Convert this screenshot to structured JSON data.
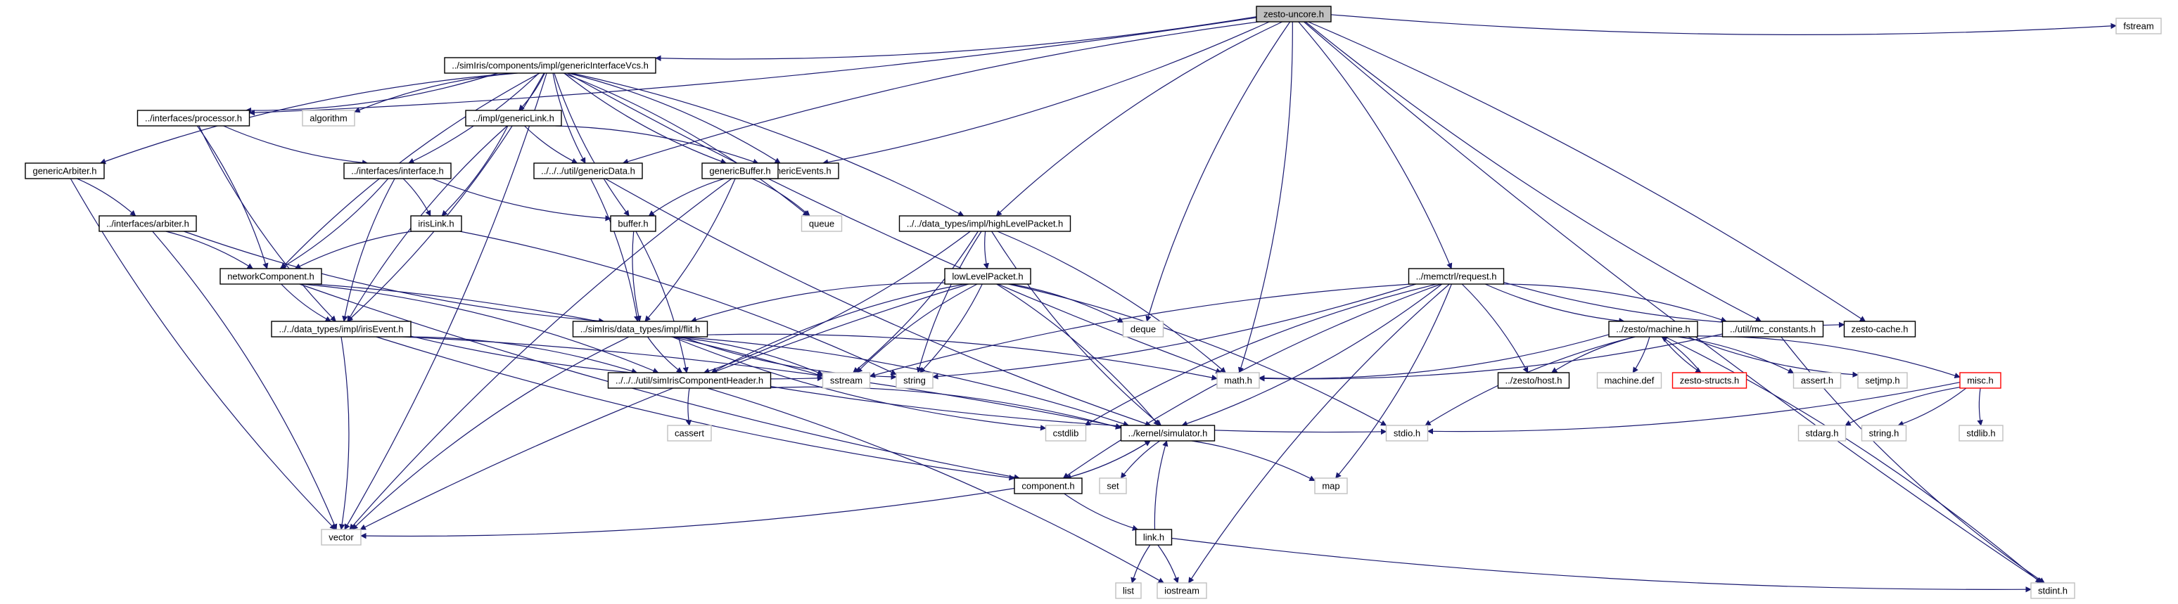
{
  "diagram": {
    "kind": "include-dependency-graph",
    "colors": {
      "edge": "#191970",
      "root_fill": "#bfbfbf",
      "included_border": "#000000",
      "system_border": "#c0c0c0",
      "truncated_border": "#ff0000"
    },
    "nodes": [
      {
        "id": "root",
        "label": "zesto-uncore.h",
        "kind": "root"
      },
      {
        "id": "gicvcs",
        "label": "../simIris/components/impl/genericInterfaceVcs.h",
        "kind": "included"
      },
      {
        "id": "fstream",
        "label": "fstream",
        "kind": "system"
      },
      {
        "id": "processor",
        "label": "../interfaces/processor.h",
        "kind": "included"
      },
      {
        "id": "algorithm",
        "label": "algorithm",
        "kind": "system"
      },
      {
        "id": "genlink",
        "label": "../impl/genericLink.h",
        "kind": "included"
      },
      {
        "id": "genarbiter",
        "label": "genericArbiter.h",
        "kind": "included"
      },
      {
        "id": "interface",
        "label": "../interfaces/interface.h",
        "kind": "included"
      },
      {
        "id": "gendata",
        "label": "../../../util/genericData.h",
        "kind": "included"
      },
      {
        "id": "genevents",
        "label": "genericEvents.h",
        "kind": "included"
      },
      {
        "id": "genbuffer",
        "label": "genericBuffer.h",
        "kind": "included"
      },
      {
        "id": "queue",
        "label": "queue",
        "kind": "system"
      },
      {
        "id": "arbiter",
        "label": "../interfaces/arbiter.h",
        "kind": "included"
      },
      {
        "id": "irislink",
        "label": "irisLink.h",
        "kind": "included"
      },
      {
        "id": "buffer",
        "label": "buffer.h",
        "kind": "included"
      },
      {
        "id": "hlp",
        "label": "../../data_types/impl/highLevelPacket.h",
        "kind": "included"
      },
      {
        "id": "netcomp",
        "label": "networkComponent.h",
        "kind": "included"
      },
      {
        "id": "llp",
        "label": "lowLevelPacket.h",
        "kind": "included"
      },
      {
        "id": "request",
        "label": "../memctrl/request.h",
        "kind": "included"
      },
      {
        "id": "irisevent",
        "label": "../../data_types/impl/irisEvent.h",
        "kind": "included"
      },
      {
        "id": "flit",
        "label": "../simIris/data_types/impl/flit.h",
        "kind": "included"
      },
      {
        "id": "deque",
        "label": "deque",
        "kind": "system"
      },
      {
        "id": "machine",
        "label": "../zesto/machine.h",
        "kind": "included"
      },
      {
        "id": "mcconst",
        "label": "../util/mc_constants.h",
        "kind": "included"
      },
      {
        "id": "zcache",
        "label": "zesto-cache.h",
        "kind": "included"
      },
      {
        "id": "sstream",
        "label": "sstream",
        "kind": "system"
      },
      {
        "id": "string",
        "label": "string",
        "kind": "system"
      },
      {
        "id": "compheader",
        "label": "../../../util/simIrisComponentHeader.h",
        "kind": "included"
      },
      {
        "id": "mathh",
        "label": "math.h",
        "kind": "system"
      },
      {
        "id": "zhost",
        "label": "../zesto/host.h",
        "kind": "included"
      },
      {
        "id": "machdef",
        "label": "machine.def",
        "kind": "system"
      },
      {
        "id": "zstructs",
        "label": "zesto-structs.h",
        "kind": "truncated"
      },
      {
        "id": "asserth",
        "label": "assert.h",
        "kind": "system"
      },
      {
        "id": "setjmp",
        "label": "setjmp.h",
        "kind": "system"
      },
      {
        "id": "misc",
        "label": "misc.h",
        "kind": "truncated"
      },
      {
        "id": "cassert",
        "label": "cassert",
        "kind": "system"
      },
      {
        "id": "cstdlib",
        "label": "cstdlib",
        "kind": "system"
      },
      {
        "id": "simulator",
        "label": "../kernel/simulator.h",
        "kind": "included"
      },
      {
        "id": "stdio",
        "label": "stdio.h",
        "kind": "system"
      },
      {
        "id": "set",
        "label": "set",
        "kind": "system"
      },
      {
        "id": "map",
        "label": "map",
        "kind": "system"
      },
      {
        "id": "stdarg",
        "label": "stdarg.h",
        "kind": "system"
      },
      {
        "id": "stringh",
        "label": "string.h",
        "kind": "system"
      },
      {
        "id": "stdlib",
        "label": "stdlib.h",
        "kind": "system"
      },
      {
        "id": "component",
        "label": "component.h",
        "kind": "included"
      },
      {
        "id": "vector",
        "label": "vector",
        "kind": "system"
      },
      {
        "id": "linkh",
        "label": "link.h",
        "kind": "included"
      },
      {
        "id": "list",
        "label": "list",
        "kind": "system"
      },
      {
        "id": "iostream",
        "label": "iostream",
        "kind": "system"
      },
      {
        "id": "stdint",
        "label": "stdint.h",
        "kind": "system"
      }
    ],
    "edges": [
      [
        "root",
        "gicvcs"
      ],
      [
        "root",
        "fstream"
      ],
      [
        "root",
        "processor"
      ],
      [
        "root",
        "gendata"
      ],
      [
        "root",
        "genevents"
      ],
      [
        "root",
        "hlp"
      ],
      [
        "root",
        "request"
      ],
      [
        "root",
        "deque"
      ],
      [
        "root",
        "mathh"
      ],
      [
        "root",
        "mcconst"
      ],
      [
        "root",
        "zcache"
      ],
      [
        "root",
        "stdint"
      ],
      [
        "gicvcs",
        "processor"
      ],
      [
        "gicvcs",
        "algorithm"
      ],
      [
        "gicvcs",
        "genlink"
      ],
      [
        "gicvcs",
        "genarbiter"
      ],
      [
        "gicvcs",
        "interface"
      ],
      [
        "gicvcs",
        "gendata"
      ],
      [
        "gicvcs",
        "genevents"
      ],
      [
        "gicvcs",
        "genbuffer"
      ],
      [
        "gicvcs",
        "queue"
      ],
      [
        "gicvcs",
        "buffer"
      ],
      [
        "gicvcs",
        "hlp"
      ],
      [
        "gicvcs",
        "netcomp"
      ],
      [
        "gicvcs",
        "irisevent"
      ],
      [
        "gicvcs",
        "mathh"
      ],
      [
        "gicvcs",
        "vector"
      ],
      [
        "processor",
        "interface"
      ],
      [
        "processor",
        "netcomp"
      ],
      [
        "processor",
        "irisevent"
      ],
      [
        "genlink",
        "irislink"
      ],
      [
        "genlink",
        "gendata"
      ],
      [
        "genlink",
        "genevents"
      ],
      [
        "genlink",
        "irisevent"
      ],
      [
        "genarbiter",
        "arbiter"
      ],
      [
        "genarbiter",
        "vector"
      ],
      [
        "interface",
        "irislink"
      ],
      [
        "interface",
        "buffer"
      ],
      [
        "interface",
        "netcomp"
      ],
      [
        "interface",
        "irisevent"
      ],
      [
        "gendata",
        "flit"
      ],
      [
        "gendata",
        "simulator"
      ],
      [
        "genbuffer",
        "queue"
      ],
      [
        "genbuffer",
        "buffer"
      ],
      [
        "genbuffer",
        "flit"
      ],
      [
        "genbuffer",
        "vector"
      ],
      [
        "arbiter",
        "netcomp"
      ],
      [
        "arbiter",
        "flit"
      ],
      [
        "arbiter",
        "vector"
      ],
      [
        "irislink",
        "netcomp"
      ],
      [
        "irislink",
        "string"
      ],
      [
        "buffer",
        "flit"
      ],
      [
        "buffer",
        "compheader"
      ],
      [
        "hlp",
        "llp"
      ],
      [
        "hlp",
        "sstream"
      ],
      [
        "hlp",
        "string"
      ],
      [
        "hlp",
        "compheader"
      ],
      [
        "hlp",
        "simulator"
      ],
      [
        "hlp",
        "mathh"
      ],
      [
        "netcomp",
        "irisevent"
      ],
      [
        "netcomp",
        "compheader"
      ],
      [
        "netcomp",
        "component"
      ],
      [
        "netcomp",
        "sstream"
      ],
      [
        "llp",
        "flit"
      ],
      [
        "llp",
        "deque"
      ],
      [
        "llp",
        "sstream"
      ],
      [
        "llp",
        "string"
      ],
      [
        "llp",
        "compheader"
      ],
      [
        "llp",
        "simulator"
      ],
      [
        "llp",
        "vector"
      ],
      [
        "llp",
        "stdio"
      ],
      [
        "request",
        "machine"
      ],
      [
        "request",
        "mcconst"
      ],
      [
        "request",
        "zcache"
      ],
      [
        "request",
        "string"
      ],
      [
        "request",
        "sstream"
      ],
      [
        "request",
        "zhost"
      ],
      [
        "request",
        "cstdlib"
      ],
      [
        "request",
        "simulator"
      ],
      [
        "request",
        "component"
      ],
      [
        "request",
        "map"
      ],
      [
        "request",
        "iostream"
      ],
      [
        "irisevent",
        "compheader"
      ],
      [
        "irisevent",
        "sstream"
      ],
      [
        "irisevent",
        "vector"
      ],
      [
        "irisevent",
        "component"
      ],
      [
        "irisevent",
        "simulator"
      ],
      [
        "flit",
        "compheader"
      ],
      [
        "flit",
        "sstream"
      ],
      [
        "flit",
        "string"
      ],
      [
        "flit",
        "mathh"
      ],
      [
        "flit",
        "vector"
      ],
      [
        "flit",
        "simulator"
      ],
      [
        "flit",
        "cstdlib"
      ],
      [
        "machine",
        "mathh"
      ],
      [
        "machine",
        "zhost"
      ],
      [
        "machine",
        "machdef"
      ],
      [
        "machine",
        "zstructs"
      ],
      [
        "machine",
        "asserth"
      ],
      [
        "machine",
        "setjmp"
      ],
      [
        "machine",
        "misc"
      ],
      [
        "machine",
        "stdio"
      ],
      [
        "machine",
        "stdint"
      ],
      [
        "zstructs",
        "machine"
      ],
      [
        "mcconst",
        "mathh"
      ],
      [
        "mcconst",
        "stdint"
      ],
      [
        "misc",
        "stdio"
      ],
      [
        "misc",
        "stdarg"
      ],
      [
        "misc",
        "stringh"
      ],
      [
        "misc",
        "stdlib"
      ],
      [
        "compheader",
        "simulator"
      ],
      [
        "compheader",
        "cassert"
      ],
      [
        "compheader",
        "iostream"
      ],
      [
        "compheader",
        "stdio"
      ],
      [
        "simulator",
        "component"
      ],
      [
        "simulator",
        "set"
      ],
      [
        "simulator",
        "map"
      ],
      [
        "component",
        "simulator"
      ],
      [
        "component",
        "vector"
      ],
      [
        "component",
        "linkh"
      ],
      [
        "linkh",
        "simulator"
      ],
      [
        "linkh",
        "list"
      ],
      [
        "linkh",
        "iostream"
      ],
      [
        "linkh",
        "stdint"
      ]
    ]
  }
}
